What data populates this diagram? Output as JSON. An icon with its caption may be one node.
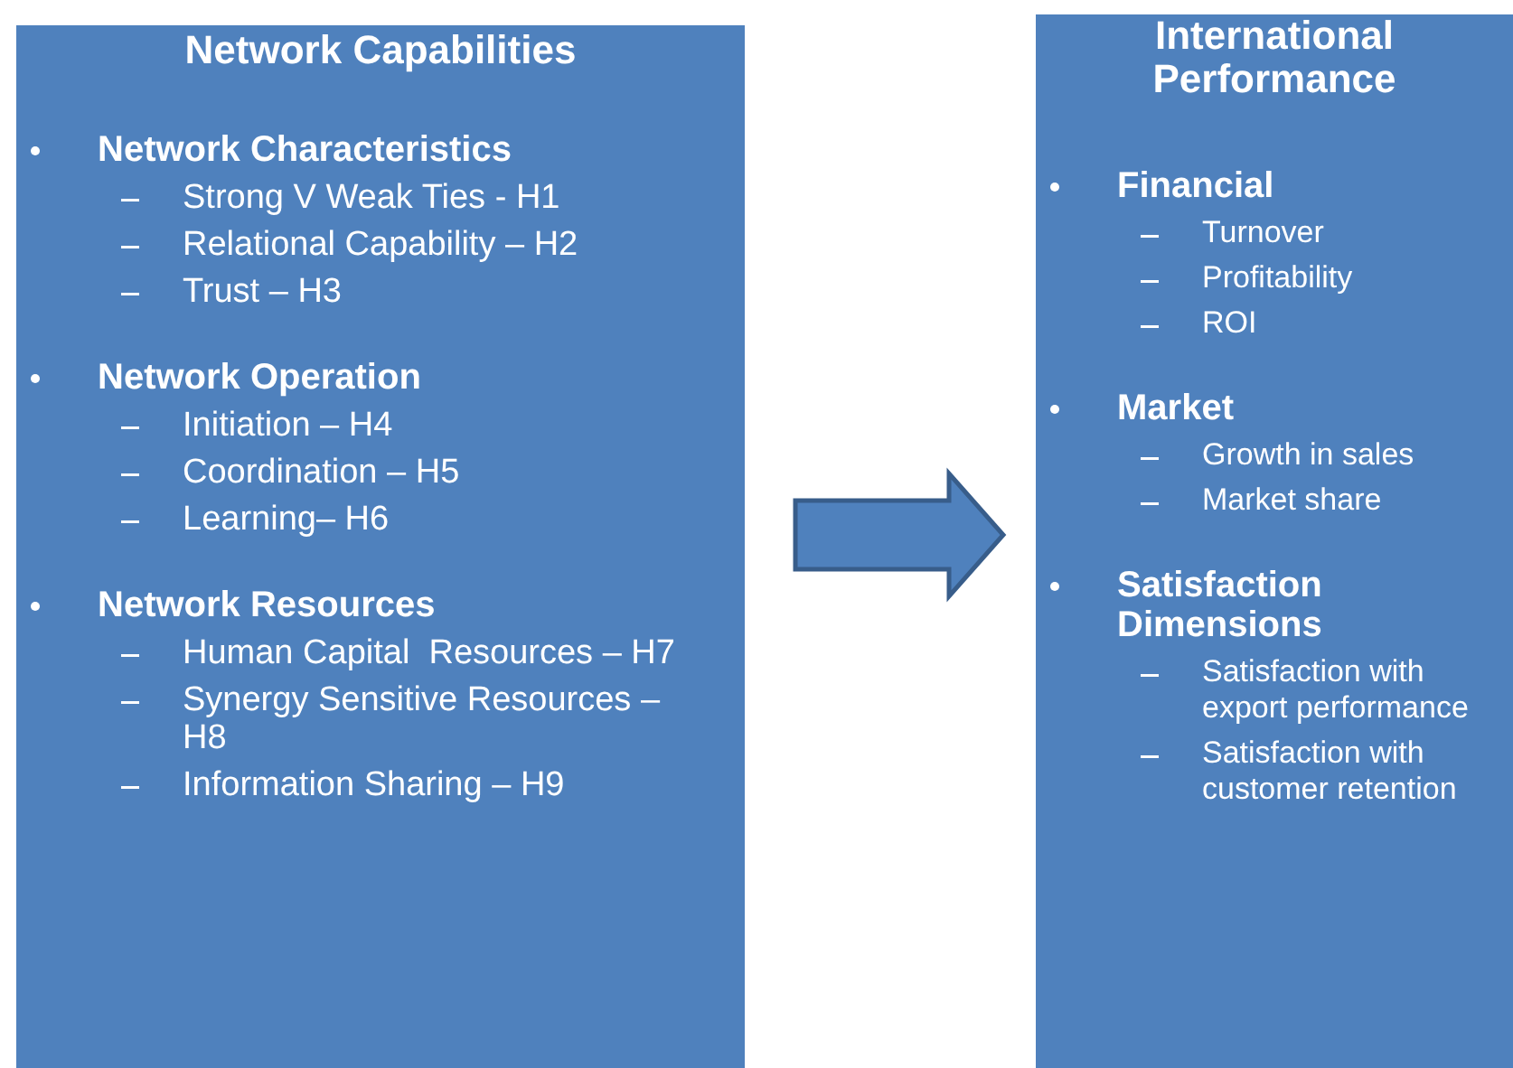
{
  "diagram": {
    "nodes": [
      {
        "text": [
          "Network Capabilities",
          "Network Characteristics",
          "Strong V Weak Ties - H1",
          "Relational Capability – H2",
          "Trust – H3",
          "Network Operation",
          "Initiation – H4",
          "Coordination – H5",
          "Learning– H6",
          "Network Resources",
          "Human Capital  Resources – H7",
          "Synergy Sensitive Resources – H8",
          "Information Sharing – H9"
        ]
      },
      {
        "text": [
          "International Performance",
          "Financial",
          "Turnover",
          "Profitability",
          "ROI",
          "Market",
          "Growth in sales",
          "Market share",
          "Satisfaction Dimensions",
          "Satisfaction with export performance",
          "Satisfaction with customer retention"
        ]
      }
    ],
    "edges": [
      {
        "from": 0,
        "to": 1,
        "arrow": "to"
      }
    ]
  }
}
